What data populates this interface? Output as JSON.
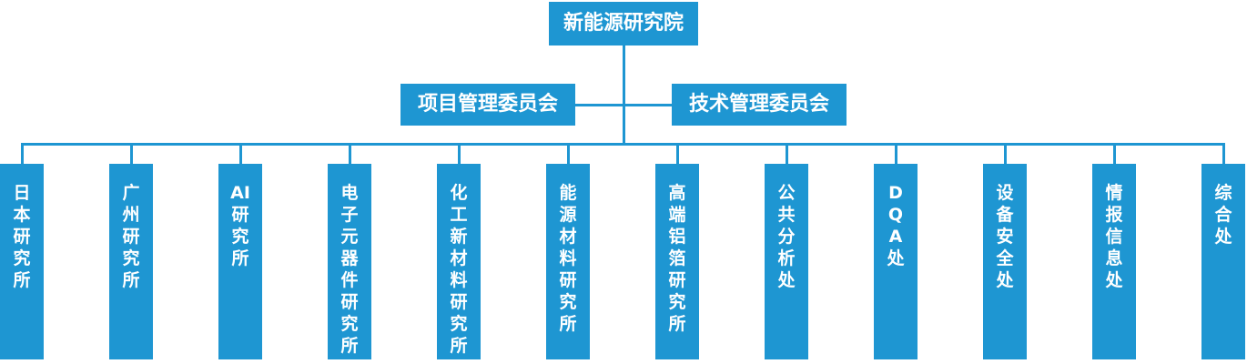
{
  "org_chart": {
    "type": "org-chart",
    "root": {
      "label": "新能源研究院"
    },
    "committees": [
      {
        "label": "项目管理委员会"
      },
      {
        "label": "技术管理委员会"
      }
    ],
    "departments": [
      {
        "label": "日本研究所",
        "lines": [
          "日",
          "本",
          "研",
          "究",
          "所"
        ]
      },
      {
        "label": "广州研究所",
        "lines": [
          "广",
          "州",
          "研",
          "究",
          "所"
        ]
      },
      {
        "label": "AI研究所",
        "lines": [
          "AI",
          "研",
          "究",
          "所"
        ]
      },
      {
        "label": "电子元器件研究所",
        "lines": [
          "电",
          "子",
          "元",
          "器",
          "件",
          "研",
          "究",
          "所"
        ]
      },
      {
        "label": "化工新材料研究所",
        "lines": [
          "化",
          "工",
          "新",
          "材",
          "料",
          "研",
          "究",
          "所"
        ]
      },
      {
        "label": "能源材料研究所",
        "lines": [
          "能",
          "源",
          "材",
          "料",
          "研",
          "究",
          "所"
        ]
      },
      {
        "label": "高端铝箔研究所",
        "lines": [
          "高",
          "端",
          "铝",
          "箔",
          "研",
          "究",
          "所"
        ]
      },
      {
        "label": "公共分析处",
        "lines": [
          "公",
          "共",
          "分",
          "析",
          "处"
        ]
      },
      {
        "label": "DQA处",
        "lines": [
          "D",
          "Q",
          "A",
          "处"
        ]
      },
      {
        "label": "设备安全处",
        "lines": [
          "设",
          "备",
          "安",
          "全",
          "处"
        ]
      },
      {
        "label": "情报信息处",
        "lines": [
          "情",
          "报",
          "信",
          "息",
          "处"
        ]
      },
      {
        "label": "综合处",
        "lines": [
          "综",
          "合",
          "处"
        ]
      }
    ],
    "colors": {
      "node_fill": "#1E96D2",
      "node_text": "#FFFFFF",
      "connector": "#1E96D2",
      "background": "#FFFFFF"
    }
  }
}
